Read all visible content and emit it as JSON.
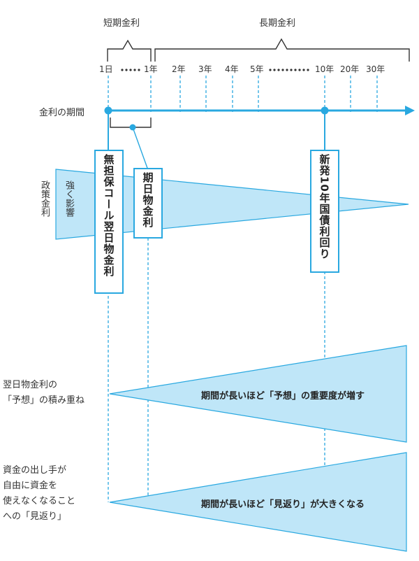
{
  "header": {
    "short_term": "短期金利",
    "long_term": "長期金利"
  },
  "timeline": {
    "label": "金利の期間",
    "ticks": [
      "1日",
      "1年",
      "2年",
      "3年",
      "4年",
      "5年",
      "10年",
      "20年",
      "30年"
    ]
  },
  "policy": {
    "label": "政策金利",
    "influence": "強く影響"
  },
  "boxes": {
    "call_rate": "無担保コール翌日物金利",
    "term_rate": "期日物金利",
    "jgb10": "新発10年国債利回り"
  },
  "wedges": {
    "expectation": {
      "left_note": [
        "翌日物金利の",
        "「予想」の積み重ね"
      ],
      "text": "期間が長いほど「予想」の重要度が増す"
    },
    "return": {
      "left_note": [
        "資金の出し手が",
        "自由に資金を",
        "使えなくなること",
        "への「見返り」"
      ],
      "text": "期間が長いほど「見返り」が大きくなる"
    }
  },
  "colors": {
    "accent": "#29a8e0",
    "fill": "#bfe6f8"
  }
}
